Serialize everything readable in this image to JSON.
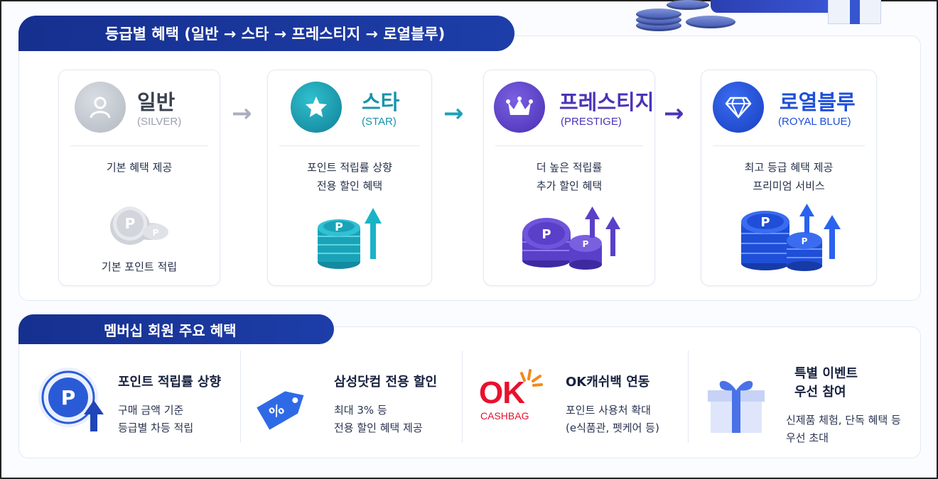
{
  "tiers_section": {
    "title": "등급별 혜택 (일반 → 스타 → 프레스티지 → 로열블루)",
    "arrow_glyph": "→",
    "tiers": [
      {
        "name": "일반",
        "code": "(SILVER)",
        "description": [
          "기본 혜택 제공"
        ],
        "footer": "기본 포인트 적립",
        "icon": "person-icon",
        "color": "#b9bec7"
      },
      {
        "name": "스타",
        "code": "(STAR)",
        "description": [
          "포인트 적립률 상향",
          "전용 할인 혜택"
        ],
        "icon": "star-icon",
        "color": "#1aa3b8"
      },
      {
        "name": "프레스티지",
        "code": "(PRESTIGE)",
        "description": [
          "더 높은 적립률",
          "추가 할인 혜택"
        ],
        "icon": "crown-icon",
        "color": "#5a3fc9"
      },
      {
        "name": "로열블루",
        "code": "(ROYAL BLUE)",
        "description": [
          "최고 등급 혜택 제공",
          "프리미엄 서비스"
        ],
        "icon": "diamond-icon",
        "color": "#1f4fd8"
      }
    ]
  },
  "coin_letter": "P",
  "benefits_section": {
    "title": "멤버십 회원 주요 혜택",
    "items": [
      {
        "title": [
          "포인트 적립률 상향"
        ],
        "description": [
          "구매 금액 기준",
          "등급별 차등 적립"
        ],
        "icon": "point-up-icon"
      },
      {
        "title": [
          "삼성닷컴 전용 할인"
        ],
        "description": [
          "최대 3% 등",
          "전용 할인 혜택 제공"
        ],
        "icon": "discount-tag-icon",
        "tag_text": "%"
      },
      {
        "title": [
          "OK캐쉬백 연동"
        ],
        "description": [
          "포인트 사용처 확대",
          "(e식품관, 펫케어 등)"
        ],
        "icon": "ok-cashbag-logo",
        "logo_text": "OK",
        "logo_sub": "CASHBAG",
        "logo_color": "#e8112d"
      },
      {
        "title": [
          "특별 이벤트",
          "우선 참여"
        ],
        "description": [
          "신제품 체험, 단독 혜택 등",
          "우선 초대"
        ],
        "icon": "gift-icon"
      }
    ]
  }
}
